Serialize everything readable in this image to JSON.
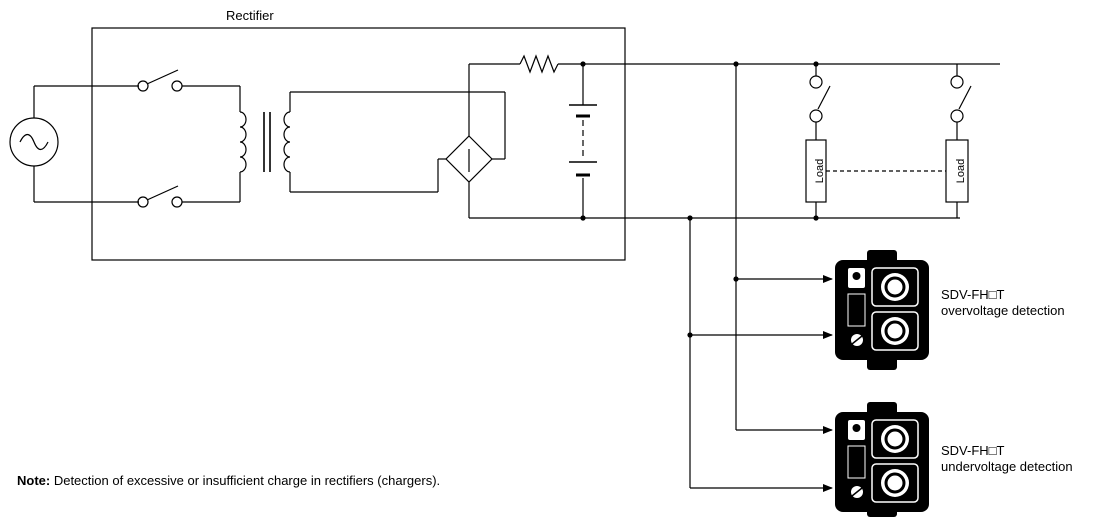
{
  "diagram": {
    "rectifier_label": "Rectifier",
    "load_label_1": "Load",
    "load_label_2": "Load",
    "device_over": {
      "model": "SDV-FH□T",
      "function": "overvoltage detection"
    },
    "device_under": {
      "model": "SDV-FH□T",
      "function": "undervoltage detection"
    },
    "note": {
      "label": "Note:",
      "text": " Detection of excessive or insufficient charge in rectifiers (chargers)."
    }
  }
}
